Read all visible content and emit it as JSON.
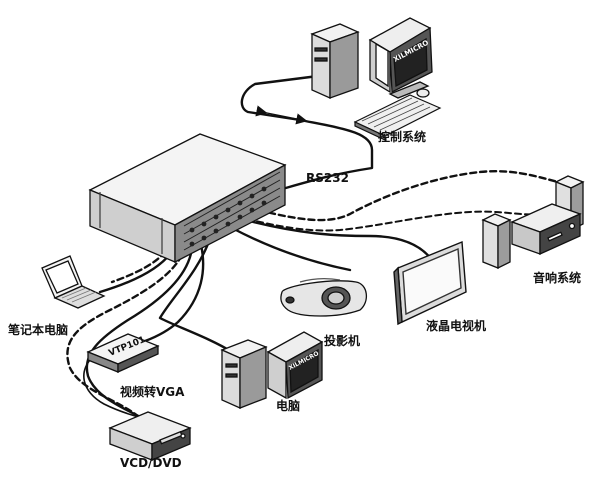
{
  "labels": {
    "control_system": "控制系统",
    "rs232": "RS232",
    "audio_system": "音响系统",
    "lcd_tv": "液晶电视机",
    "projector": "投影机",
    "laptop": "笔记本电脑",
    "converter": "视频转VGA",
    "computer": "电脑",
    "vcd_dvd": "VCD/DVD"
  },
  "device_marks": {
    "monitor_brand_top": "XILMICRO",
    "monitor_brand_bottom": "XILMICRO",
    "converter_model": "VTP101"
  },
  "icons": [
    "matrix-switcher-icon",
    "desktop-pc-icon",
    "crt-monitor-icon",
    "keyboard-icon",
    "mouse-icon",
    "speaker-icon",
    "amplifier-icon",
    "lcd-tv-icon",
    "projector-icon",
    "laptop-icon",
    "converter-box-icon",
    "dvd-player-icon"
  ]
}
